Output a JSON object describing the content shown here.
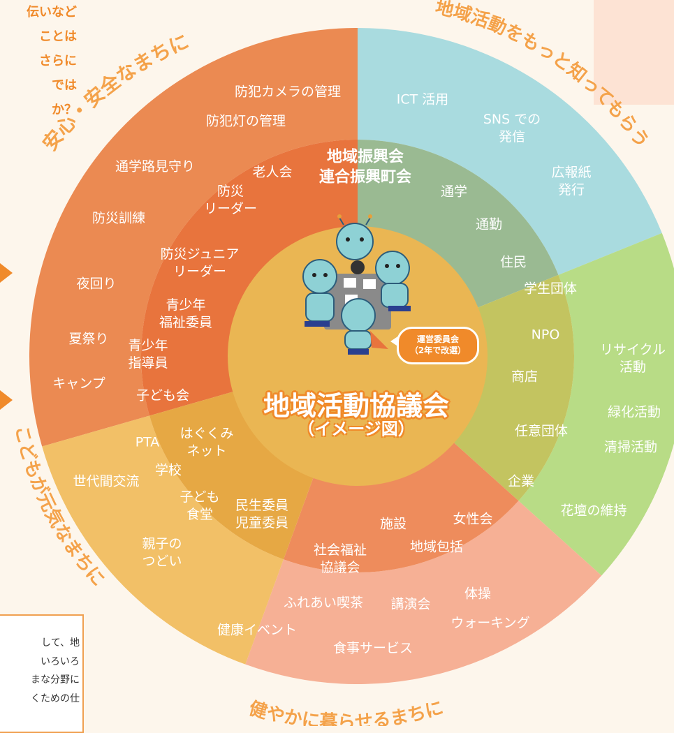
{
  "colors": {
    "safety": "#eb8a52",
    "safety_inner": "#e8743d",
    "promotion": "#a9dbdf",
    "promotion_inner": "#9aba92",
    "environment": "#b8dc86",
    "environment_inner": "#c3c460",
    "health": "#f6b095",
    "health_inner": "#ee8c5c",
    "children": "#f2c067",
    "children_inner": "#e6a844",
    "center": "#eab653",
    "curve_text": "#f4a24a"
  },
  "left_note": {
    "lines": [
      "伝いなど",
      "ことは",
      "さらに",
      "では",
      "",
      "か？"
    ]
  },
  "info_box": {
    "lines": [
      "して、地",
      "いろいろ",
      "まな分野に",
      "くための仕"
    ]
  },
  "ring_titles": {
    "safety": "安心・安全なまちに",
    "promotion": "地域活動をもっと知ってもらう",
    "children": "こどもが元気なまちに",
    "health": "健やかに暮らせるまちに"
  },
  "center": {
    "title": "地域活動協議会",
    "subtitle": "（イメージ図）",
    "badge_line1": "運営委員会",
    "badge_line2": "（2年で改選）"
  },
  "hub": {
    "line1": "地域振興会",
    "line2": "連合振興町会"
  },
  "safety_outer": {
    "camera": "防犯カメラの管理",
    "light": "防犯灯の管理",
    "school_route": "通学路見守り",
    "drill": "防災訓練"
  },
  "safety_inner": {
    "elders": "老人会",
    "leader_1": "防災",
    "leader_2": "リーダー",
    "junior_1": "防災ジュニア",
    "junior_2": "リーダー",
    "welfare_1": "青少年",
    "welfare_2": "福祉委員"
  },
  "promotion_outer": {
    "ict": "ICT 活用",
    "sns_1": "SNS での",
    "sns_2": "発信",
    "paper_1": "広報紙",
    "paper_2": "発行"
  },
  "promotion_inner": {
    "school": "通学",
    "commute": "通勤",
    "residents": "住民",
    "students": "学生団体"
  },
  "environment_outer": {
    "recycle_1": "リサイクル",
    "recycle_2": "活動",
    "green": "緑化活動",
    "clean": "清掃活動",
    "flower": "花壇の維持"
  },
  "environment_inner": {
    "npo": "NPO",
    "shops": "商店",
    "voluntary": "任意団体",
    "company": "企業"
  },
  "children_outer": {
    "patrol": "夜回り",
    "summer": "夏祭り",
    "camp": "キャンプ",
    "generation": "世代間交流",
    "parent_1": "親子の",
    "parent_2": "つどい"
  },
  "children_inner": {
    "guidance_1": "青少年",
    "guidance_2": "指導員",
    "kids_club": "子ども会",
    "pta": "PTA",
    "net_1": "はぐくみ",
    "net_2": "ネット",
    "school": "学校",
    "cafeteria_1": "子ども",
    "cafeteria_2": "食堂"
  },
  "health_inner": {
    "commissioner_1": "民生委員",
    "commissioner_2": "児童委員",
    "facility": "施設",
    "women": "女性会",
    "council_1": "社会福祉",
    "council_2": "協議会",
    "regional": "地域包括"
  },
  "health_outer": {
    "cafe": "ふれあい喫茶",
    "lecture": "講演会",
    "exercise": "体操",
    "event": "健康イベント",
    "walking": "ウォーキング",
    "meal": "食事サービス"
  }
}
